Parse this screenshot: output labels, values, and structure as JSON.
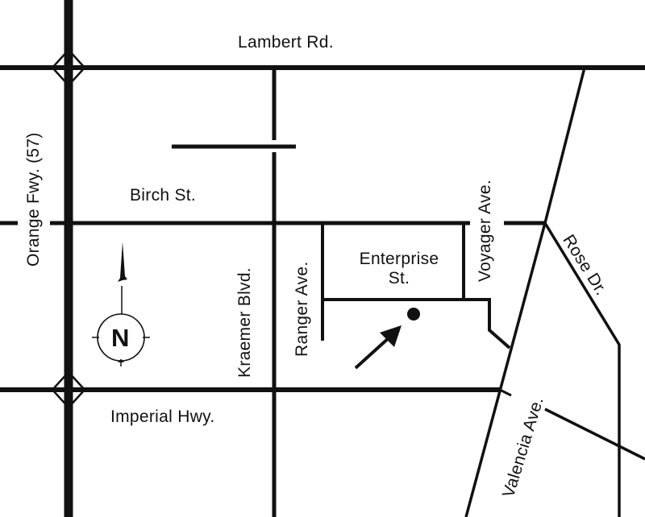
{
  "map": {
    "type": "street-directions-map",
    "colors": {
      "background": "#ffffff",
      "ink": "#111111"
    },
    "streets": {
      "lambert": "Lambert Rd.",
      "birch": "Birch St.",
      "imperial": "Imperial Hwy.",
      "orange_fwy": "Orange Fwy. (57)",
      "kraemer": "Kraemer Blvd.",
      "ranger": "Ranger Ave.",
      "enterprise_line1": "Enterprise",
      "enterprise_line2": "St.",
      "voyager": "Voyager Ave.",
      "rose": "Rose Dr.",
      "valencia": "Valencia Ave."
    },
    "compass": {
      "label": "N",
      "icon": "north-arrow-icon"
    },
    "destination": {
      "icon": "location-dot-icon",
      "pointer": "arrow-pointer-icon"
    },
    "interchanges": [
      "freeway-interchange-lambert",
      "freeway-interchange-imperial"
    ]
  }
}
